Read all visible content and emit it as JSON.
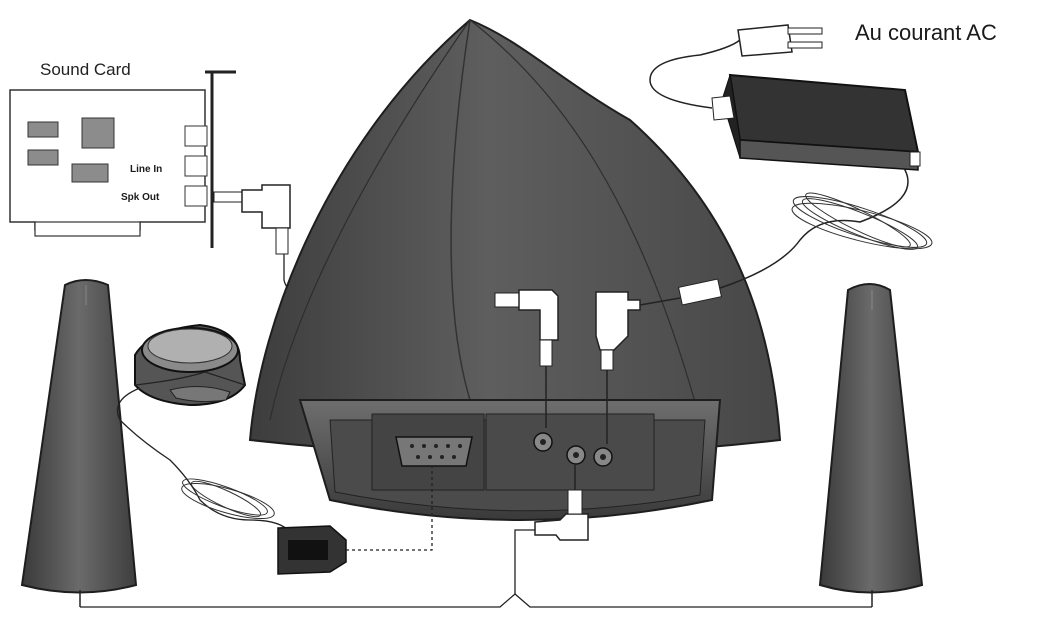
{
  "labels": {
    "power_source": "Au courant AC",
    "sound_card": "Sound Card",
    "line_in": "Line In",
    "spk_out": "Spk Out"
  },
  "colors": {
    "subwoofer_body": "#5b5b5b",
    "subwoofer_dark": "#3c3c3c",
    "satellite": "#4a4a4a",
    "line": "#222222",
    "card_fill": "#ffffff",
    "chip": "#8c8c8c"
  }
}
